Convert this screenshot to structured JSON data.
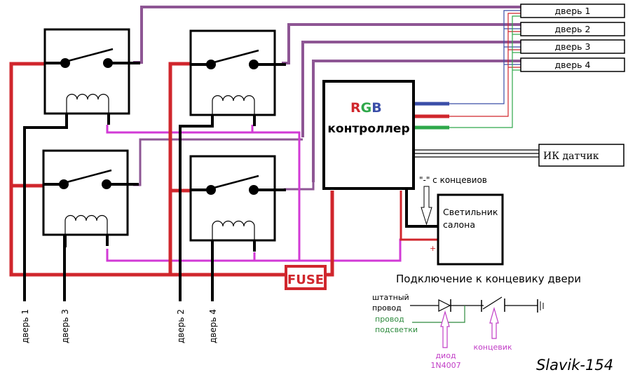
{
  "colors": {
    "power": "#d0262c",
    "ground": "#000000",
    "coil": "#d23ad6",
    "door_signal": "#8e5694",
    "rgb_r": "#d0262c",
    "rgb_g": "#2ea84a",
    "rgb_b": "#3a4ea8",
    "annotation": "#c13cc6",
    "green_text": "#2e8b3e"
  },
  "door_boxes": [
    {
      "label": "дверь 1"
    },
    {
      "label": "дверь 2"
    },
    {
      "label": "дверь 3"
    },
    {
      "label": "дверь 4"
    }
  ],
  "controller": {
    "r": "R",
    "g": "G",
    "b": "B",
    "label": "контроллер"
  },
  "ir_sensor": {
    "label": "ИК датчик"
  },
  "lamp": {
    "line1": "Светильник",
    "line2": "салона",
    "plus": "+"
  },
  "limit_note": "\"-\" с концевиов",
  "fuse": {
    "label": "FUSE"
  },
  "door_wires": [
    {
      "label": "дверь 1"
    },
    {
      "label": "дверь 3"
    },
    {
      "label": "дверь 2"
    },
    {
      "label": "дверь 4"
    }
  ],
  "inset": {
    "title": "Подключение к концевику двери",
    "stock_wire_1": "штатный",
    "stock_wire_2": "провод",
    "light_wire_1": "провод",
    "light_wire_2": "подсветки",
    "diode_1": "диод",
    "diode_2": "1N4007",
    "switch": "концевик"
  },
  "signature": "Slavik-154"
}
